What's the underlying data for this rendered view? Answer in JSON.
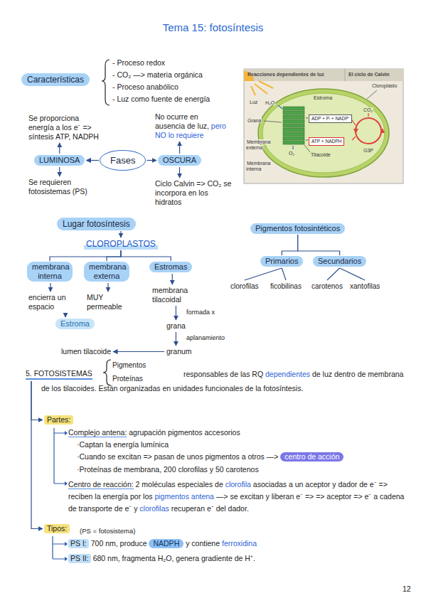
{
  "diagram": {
    "title": "Tema 15: fotosíntesis",
    "nodes": [
      {
        "text": [
          "Características"
        ]
      },
      {
        "text": [
          "ADP + Pᵢ + NADP⁺"
        ]
      },
      {
        "text": [
          "ATP + NADPH"
        ]
      },
      {
        "text": [
          "Fases"
        ]
      },
      {
        "text": [
          "LUMINOSA"
        ]
      },
      {
        "text": [
          "OSCURA"
        ]
      },
      {
        "text": [
          "Lugar fotosíntesis"
        ]
      },
      {
        "text": [
          "CLOROPLASTOS"
        ]
      },
      {
        "text": [
          "membrana interna"
        ]
      },
      {
        "text": [
          "membrana externa"
        ]
      },
      {
        "text": [
          "Estromas"
        ]
      },
      {
        "text": [
          "Estroma"
        ]
      },
      {
        "text": [
          "Pigmentos fotosintéticos"
        ]
      },
      {
        "text": [
          "Primarios"
        ]
      },
      {
        "text": [
          "Secundarios"
        ]
      },
      {
        "text": [
          "5. FOTOSISTEMAS"
        ]
      },
      {
        "text": [
          "Partes:"
        ]
      },
      {
        "text": [
          "centro de acción"
        ]
      },
      {
        "text": [
          "Tipos:"
        ]
      },
      {
        "text": [
          "PS I:"
        ]
      },
      {
        "text": [
          "NADPH"
        ]
      },
      {
        "text": [
          "PS II:"
        ]
      }
    ],
    "edges": [
      {
        "from": 3,
        "to": 4,
        "arrow": "to"
      },
      {
        "from": 3,
        "to": 5,
        "arrow": "to"
      },
      {
        "from": 6,
        "to": 7,
        "arrow": "to"
      },
      {
        "from": 7,
        "to": 8,
        "arrow": "none"
      },
      {
        "from": 7,
        "to": 9,
        "arrow": "none"
      },
      {
        "from": 7,
        "to": 10,
        "arrow": "none"
      },
      {
        "from": 12,
        "to": 13,
        "arrow": "none"
      },
      {
        "from": 12,
        "to": 14,
        "arrow": "none"
      },
      {
        "from": 15,
        "to": 16,
        "arrow": "to"
      },
      {
        "from": 15,
        "to": 18,
        "arrow": "to"
      }
    ],
    "labels": [
      "Reacciones dependientes de luz",
      "El ciclo de Calvin",
      "Luz",
      "Estroma",
      "Cloroplasto",
      "H₂O",
      "CO₂",
      "Grana",
      "Membrana externa",
      "O₂",
      "Tilacoide",
      "G3P",
      "Membrana interna",
      "- Proceso redox",
      "- CO₂ —> materia orgánica",
      "- Proceso anabólico",
      "- Luz como fuente de energía",
      "Se proporciona energía a los e⁻ => síntesis ATP, NADPH",
      "Se requieren fotosistemas (PS)",
      "No ocurre en ausencia de luz,",
      "pero NO lo requiere",
      "Ciclo Calvin => CO₂ se incorpora en los hidratos",
      "encierra un espacio",
      "MUY permeable",
      "membrana tilacoidal",
      "formada x",
      "grana",
      "aplanamiento",
      "granum",
      "lumen tilacoide",
      "clorofilas",
      "ficobilinas",
      "carotenos",
      "xantofilas",
      "Pigmentos",
      "Proteínas",
      "responsables de las RQ",
      "dependientes",
      "de luz dentro de membrana de los tilacoides. Están organizadas en unidades funcionales de la fotosíntesis.",
      "Complejo antena:",
      "agrupación pigmentos accesorios",
      "·Captan la energía lumínica",
      "·Cuando se excitan => pasan de unos pigmentos a otros —>",
      "·Proteínas de membrana, 200 clorofilas y 50 carotenos",
      "Centro de reacción:",
      "2 moléculas especiales de",
      "clorofila",
      "asociadas a un aceptor y dador de e⁻ => reciben la energía por los",
      "pigmentos antena",
      "—> se excitan y liberan e⁻ => => aceptor => e⁻ a cadena de transporte de e⁻ y",
      "clorofilas",
      "recuperan e⁻ del dador.",
      "(PS = fotosistema)",
      "700 nm, produce",
      "y contiene",
      "ferroxidina",
      "680 nm, fragmenta H₂O, genera gradiente de H⁺.",
      "12"
    ]
  }
}
